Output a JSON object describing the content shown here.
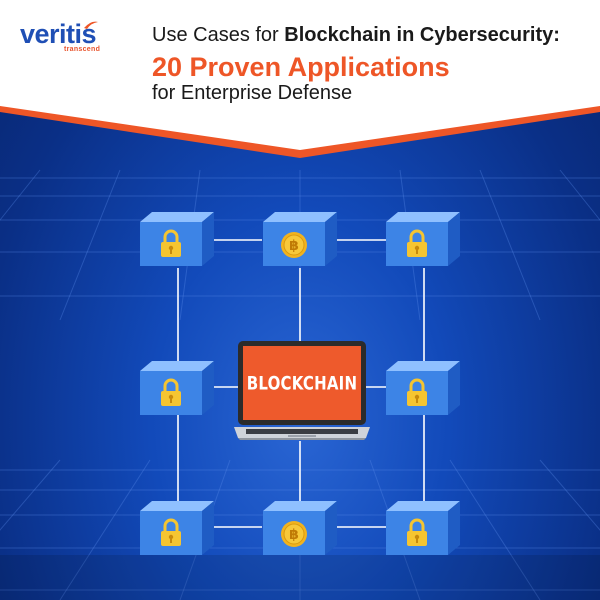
{
  "brand": {
    "name": "veritis",
    "tagline": "transcend"
  },
  "header": {
    "line1_prefix": "Use Cases for ",
    "line1_bold": "Blockchain in Cybersecurity:",
    "line2": "20 Proven Applications",
    "line3": "for Enterprise Defense"
  },
  "laptop": {
    "screen_label": "BLOCKCHAIN"
  },
  "nodes": [
    {
      "name": "node-top-left",
      "icon": "padlock-icon"
    },
    {
      "name": "node-top-center",
      "icon": "bitcoin-icon"
    },
    {
      "name": "node-top-right",
      "icon": "padlock-icon"
    },
    {
      "name": "node-middle-left",
      "icon": "padlock-icon"
    },
    {
      "name": "node-middle-right",
      "icon": "padlock-icon"
    },
    {
      "name": "node-bottom-left",
      "icon": "padlock-icon"
    },
    {
      "name": "node-bottom-center",
      "icon": "bitcoin-icon"
    },
    {
      "name": "node-bottom-right",
      "icon": "padlock-icon"
    }
  ],
  "colors": {
    "brand_blue": "#1f4fb5",
    "accent_orange": "#ee5627",
    "background_blue": "#124aba",
    "cube_blue": "#3f86e6",
    "icon_yellow": "#f5c531"
  }
}
